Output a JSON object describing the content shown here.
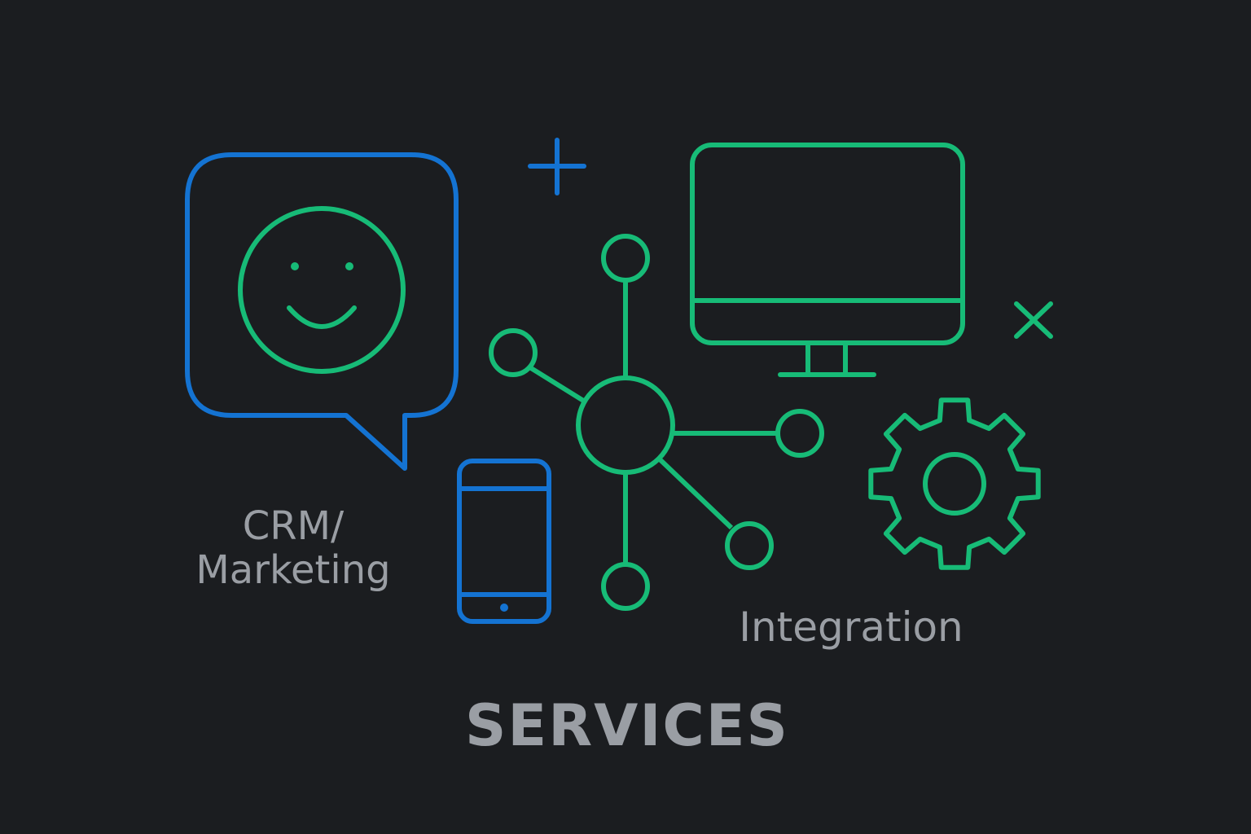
{
  "labels": {
    "crm_line1": "CRM/",
    "crm_line2": "Marketing",
    "integration": "Integration",
    "services": "SERVICES"
  },
  "colors": {
    "background": "#1b1d20",
    "blue": "#1473d2",
    "green": "#17bb77",
    "text": "#9a9ea4"
  },
  "icons": [
    "speech-bubble-icon",
    "smiley-face-icon",
    "plus-icon",
    "network-hub-icon",
    "monitor-icon",
    "close-x-icon",
    "smartphone-icon",
    "gear-icon"
  ]
}
